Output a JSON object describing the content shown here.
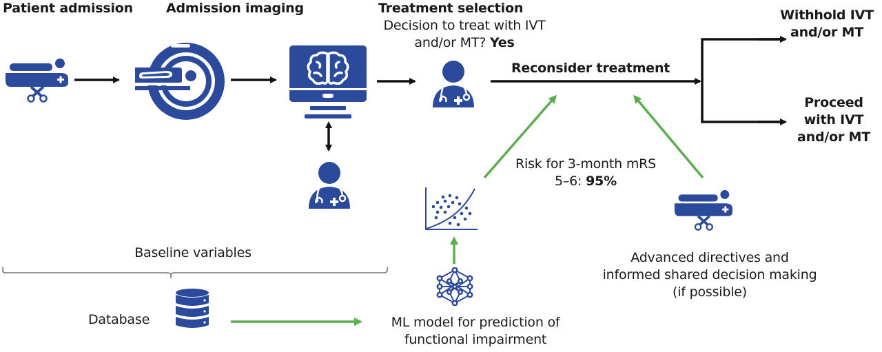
{
  "colors": {
    "icon_blue": "#2b4a9c",
    "arrow_black": "#111111",
    "arrow_green": "#5aae4c",
    "brace_gray": "#777777"
  },
  "stages": {
    "patient_admission": "Patient admission",
    "admission_imaging": "Admission imaging",
    "treatment_selection": "Treatment selection"
  },
  "decision": {
    "question_line1": "Decision to treat with IVT",
    "question_line2": "and/or MT?",
    "answer": "Yes"
  },
  "reconsider": "Reconsider treatment",
  "outcomes": {
    "withhold_line1": "Withhold IVT",
    "withhold_line2": "and/or MT",
    "proceed_line1": "Proceed",
    "proceed_line2": "with IVT",
    "proceed_line3": "and/or MT"
  },
  "risk": {
    "line1": "Risk for 3-month mRS",
    "line2_prefix": "5–6:",
    "value": "95%"
  },
  "directives": {
    "line1": "Advanced directives and",
    "line2": "informed shared decision making",
    "line3": "(if possible)"
  },
  "baseline_variables": "Baseline variables",
  "database": "Database",
  "ml_model": {
    "line1": "ML model for prediction of",
    "line2": "functional impairment"
  },
  "icons": {
    "stretcher": "stretcher-icon",
    "scanner": "mri-scanner-icon",
    "monitor": "brain-monitor-icon",
    "doctor": "doctor-icon",
    "scatter": "scatter-plot-icon",
    "network": "neural-network-icon",
    "database": "database-icon"
  }
}
